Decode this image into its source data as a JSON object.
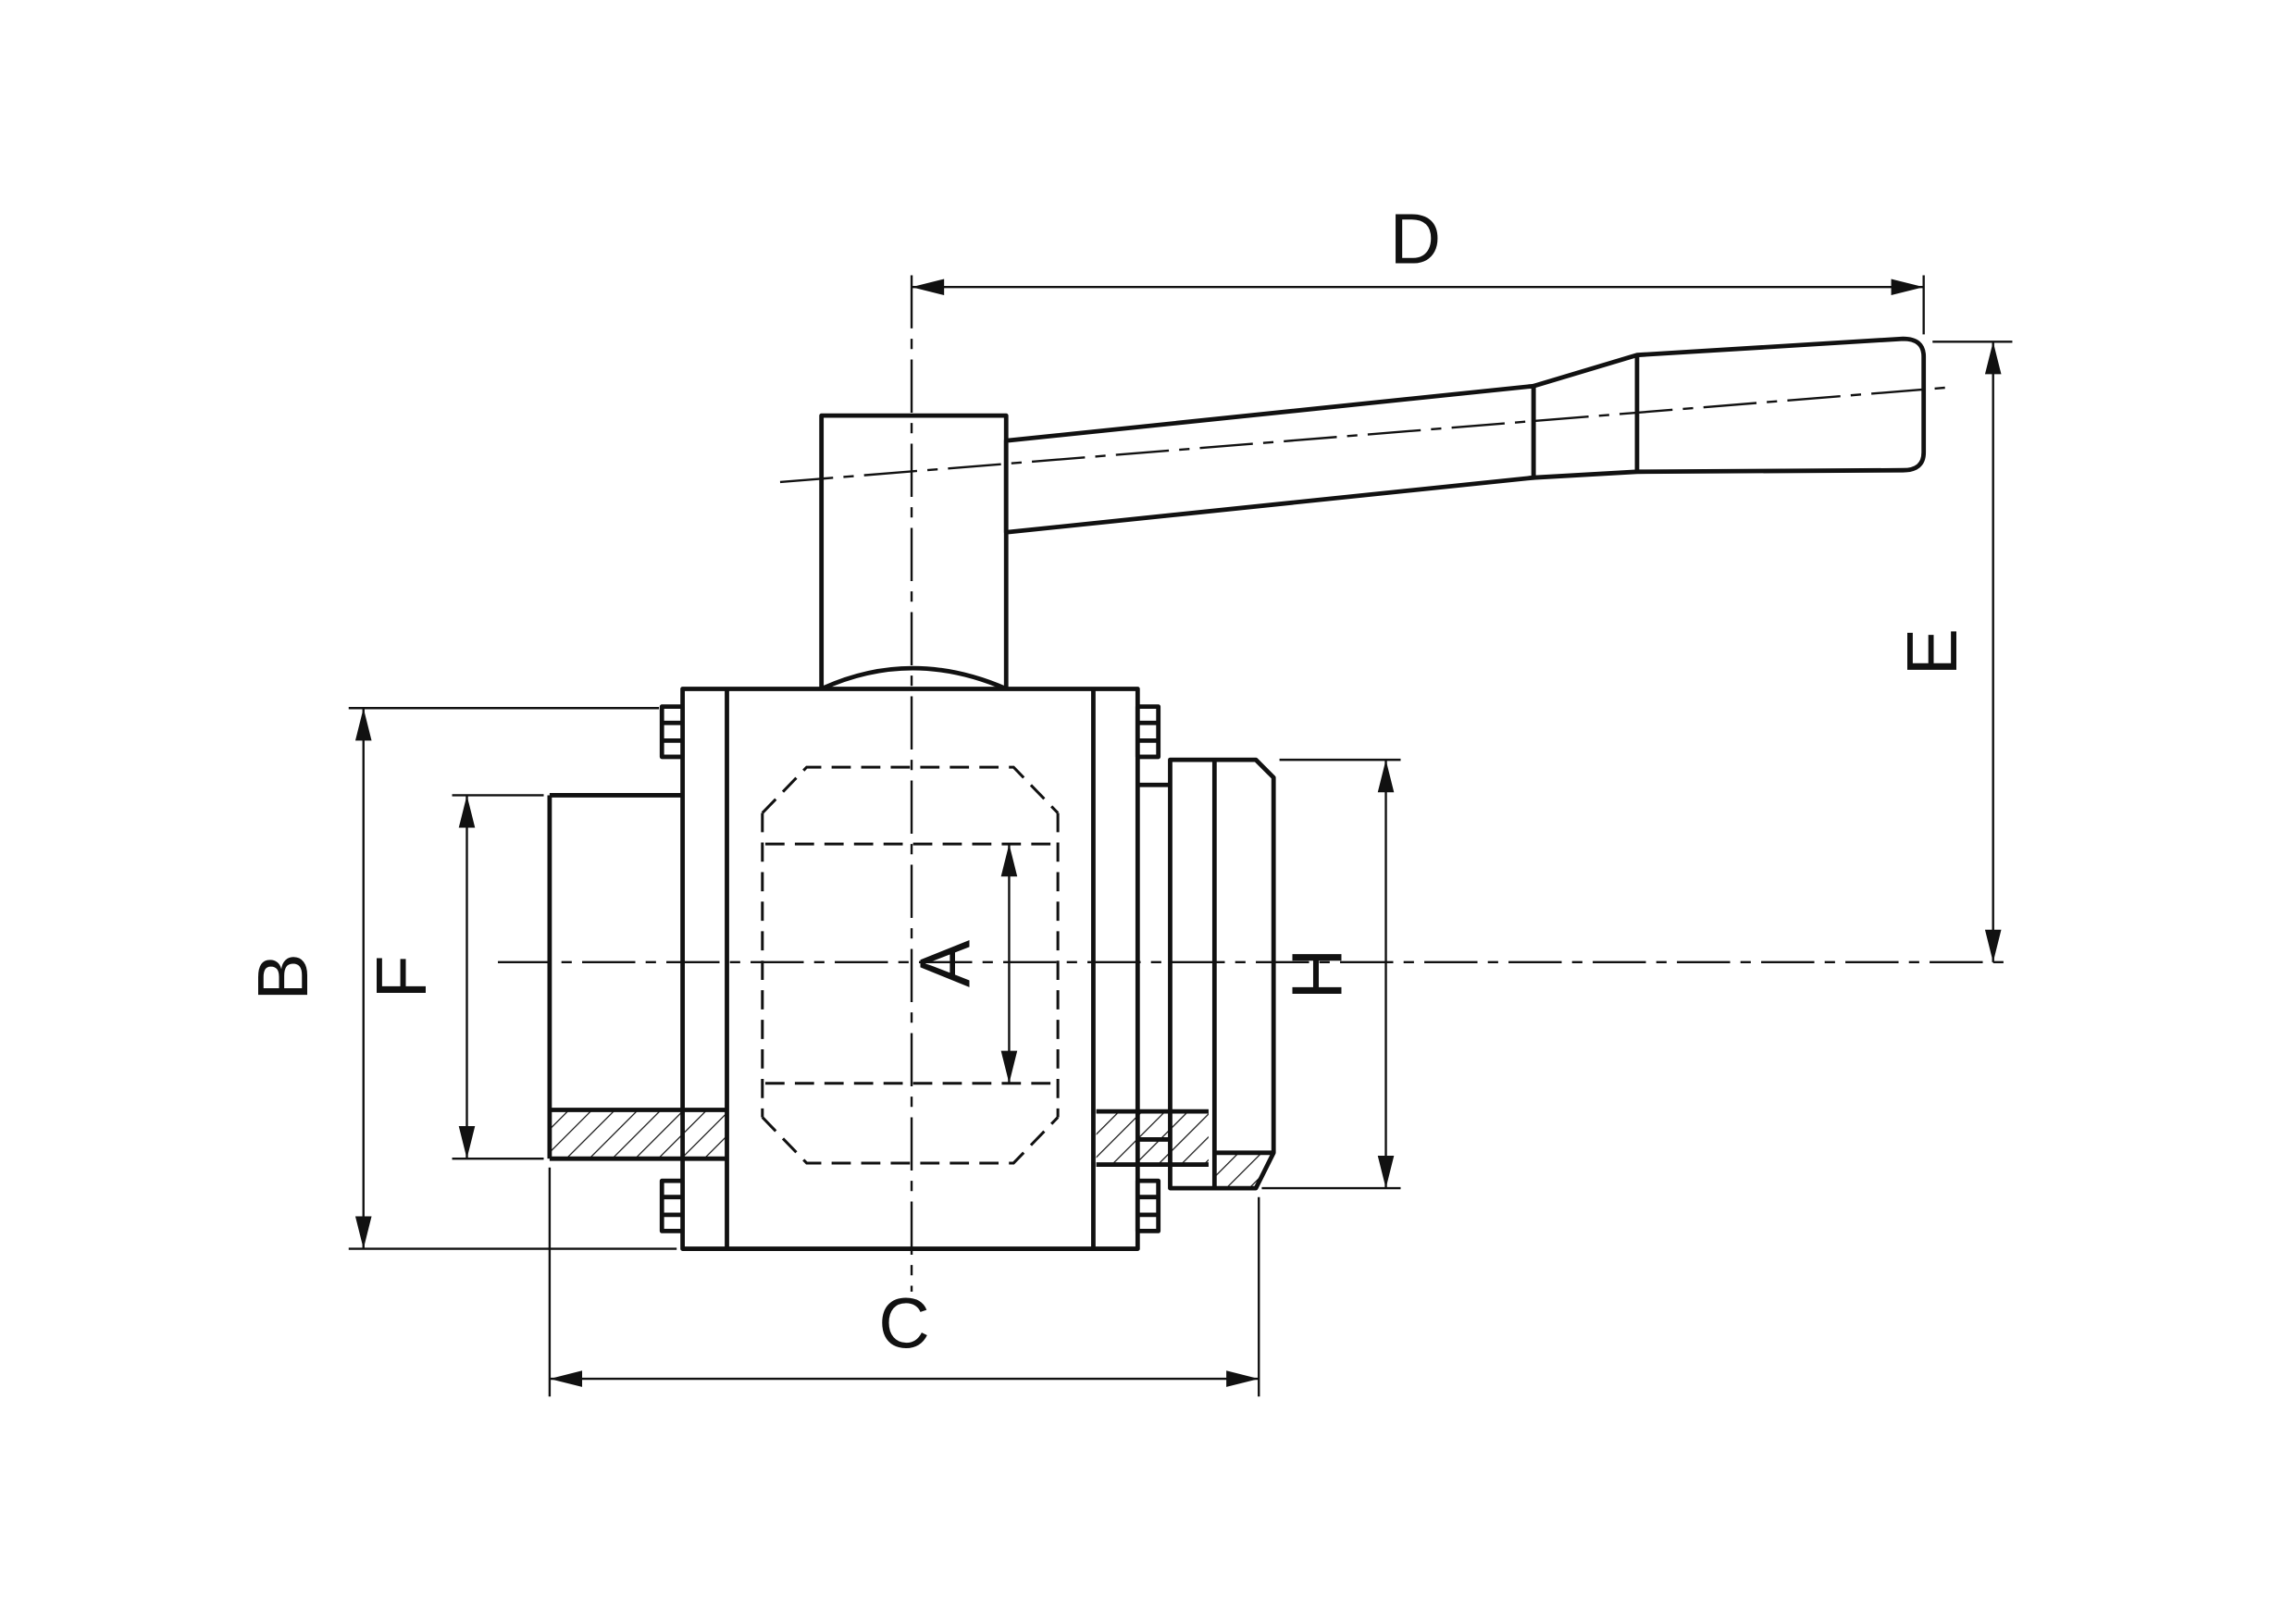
{
  "drawing": {
    "labels": {
      "a": "A",
      "b": "B",
      "c": "C",
      "d": "D",
      "e": "E",
      "f": "F",
      "h": "H"
    },
    "colors": {
      "line": "#111111",
      "background": "#ffffff"
    }
  }
}
